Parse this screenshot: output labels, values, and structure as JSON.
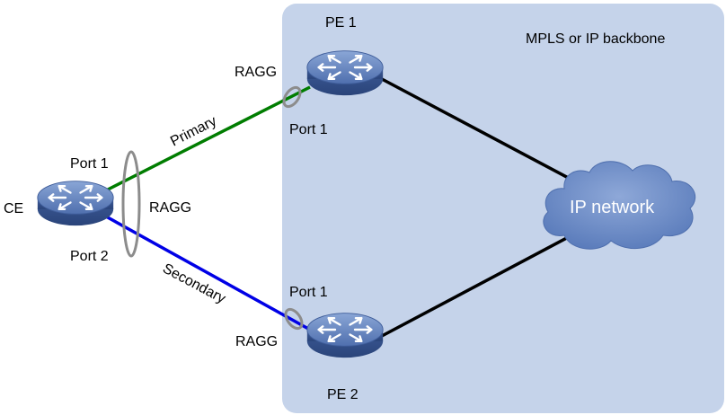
{
  "backbone": {
    "label": "MPLS or IP backbone",
    "color": "#c5d3ea"
  },
  "devices": {
    "ce": {
      "name": "CE"
    },
    "pe1": {
      "name": "PE 1"
    },
    "pe2": {
      "name": "PE 2"
    }
  },
  "cloud": {
    "label": "IP network",
    "color": "#6a8bc7"
  },
  "links": {
    "primary": {
      "label": "Primary",
      "color": "#007d00"
    },
    "secondary": {
      "label": "Secondary",
      "color": "#0000e6"
    }
  },
  "ports": {
    "ce_port1": "Port 1",
    "ce_port2": "Port 2",
    "pe1_port1": "Port 1",
    "pe2_port1": "Port 1"
  },
  "ragg": {
    "ce": "RAGG",
    "pe1": "RAGG",
    "pe2": "RAGG"
  },
  "icons": {
    "router": "router-icon",
    "cloud": "cloud-icon"
  }
}
